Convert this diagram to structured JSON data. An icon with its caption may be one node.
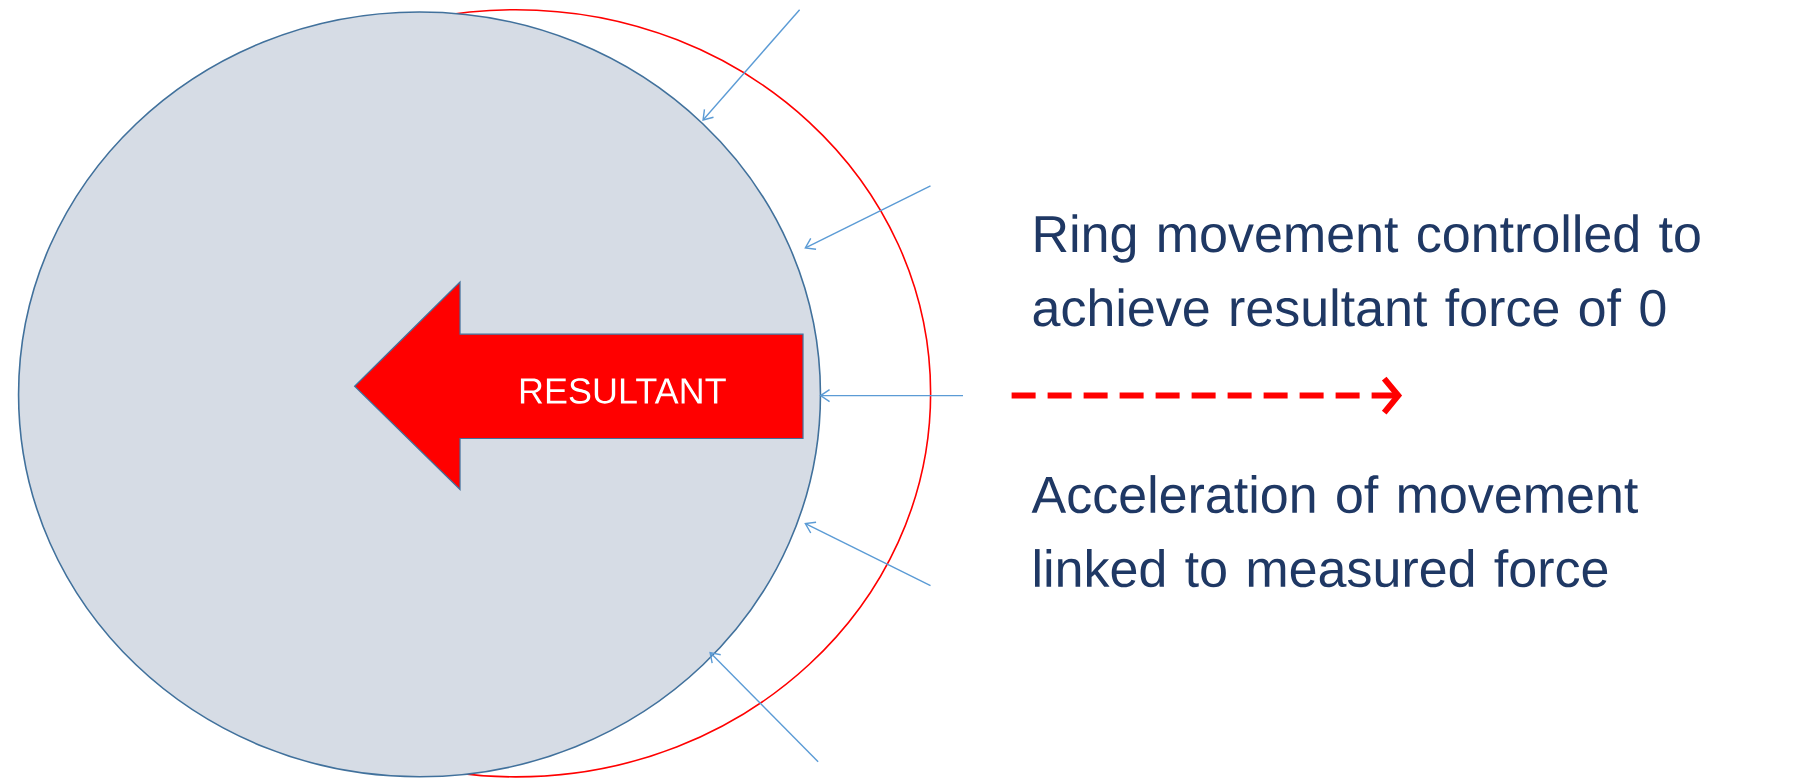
{
  "diagram": {
    "nodes": [
      {
        "text": [],
        "shape": "circle"
      },
      {
        "text": [
          "RESULTANT"
        ],
        "in": 0
      }
    ],
    "labels": [
      "Ring movement controlled to achieve resultant force of 0",
      "Acceleration of movement linked to measured force"
    ]
  }
}
